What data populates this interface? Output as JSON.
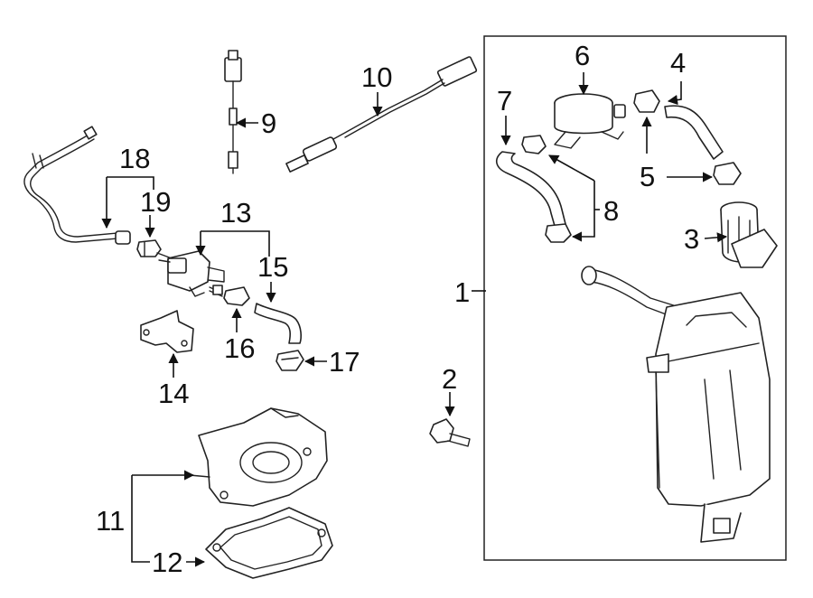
{
  "callouts": [
    {
      "id": "c1",
      "text": "1"
    },
    {
      "id": "c2",
      "text": "2"
    },
    {
      "id": "c3",
      "text": "3"
    },
    {
      "id": "c4",
      "text": "4"
    },
    {
      "id": "c5",
      "text": "5"
    },
    {
      "id": "c6",
      "text": "6"
    },
    {
      "id": "c7",
      "text": "7"
    },
    {
      "id": "c8",
      "text": "8"
    },
    {
      "id": "c9",
      "text": "9"
    },
    {
      "id": "c10",
      "text": "10"
    },
    {
      "id": "c11",
      "text": "11"
    },
    {
      "id": "c12",
      "text": "12"
    },
    {
      "id": "c13",
      "text": "13"
    },
    {
      "id": "c14",
      "text": "14"
    },
    {
      "id": "c15",
      "text": "15"
    },
    {
      "id": "c16",
      "text": "16"
    },
    {
      "id": "c17",
      "text": "17"
    },
    {
      "id": "c18",
      "text": "18"
    },
    {
      "id": "c19",
      "text": "19"
    }
  ]
}
